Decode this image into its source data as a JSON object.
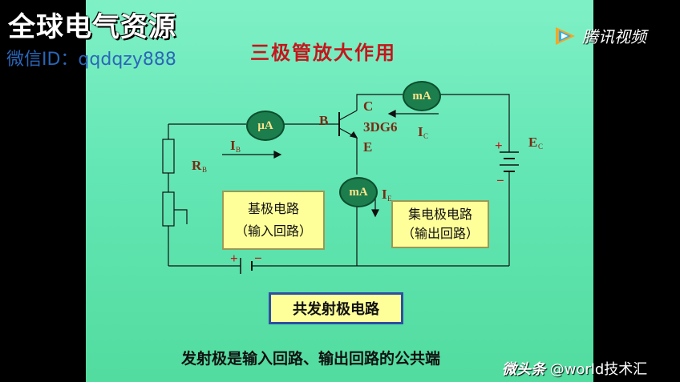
{
  "watermark": {
    "title": "全球电气资源",
    "wechat": "微信ID：qqdqzy888"
  },
  "tencent": {
    "label": "腾讯视频"
  },
  "toutiao": {
    "brand": "微头条",
    "handle": "@world技术汇"
  },
  "slide": {
    "title": "三极管放大作用",
    "footer": "发射极是输入回路、输出回路的公共端",
    "labels": {
      "b": "B",
      "c": "C",
      "e": "E",
      "model": "3DG6",
      "ib": "I",
      "ib_sub": "B",
      "ic": "I",
      "ic_sub": "C",
      "ie": "I",
      "ie_sub": "E",
      "rb": "R",
      "rb_sub": "B",
      "ec": "E",
      "ec_sub": "C",
      "plus_ec": "+",
      "minus_ec": "−",
      "plus_eb": "+",
      "minus_eb": "−"
    },
    "meters": {
      "ua": "μA",
      "ma_c": "mA",
      "ma_e": "mA"
    },
    "boxes": {
      "base_line1": "基极电路",
      "base_line2": "（输入回路）",
      "collector_line1": "集电极电路",
      "collector_line2": "（输出回路）",
      "common": "共发射极电路"
    }
  },
  "colors": {
    "slide_bg": "#63e6b4",
    "title": "#c4161c",
    "label": "#7a2a12",
    "meter": "#1c7d4d",
    "box": "#ffff9a"
  }
}
